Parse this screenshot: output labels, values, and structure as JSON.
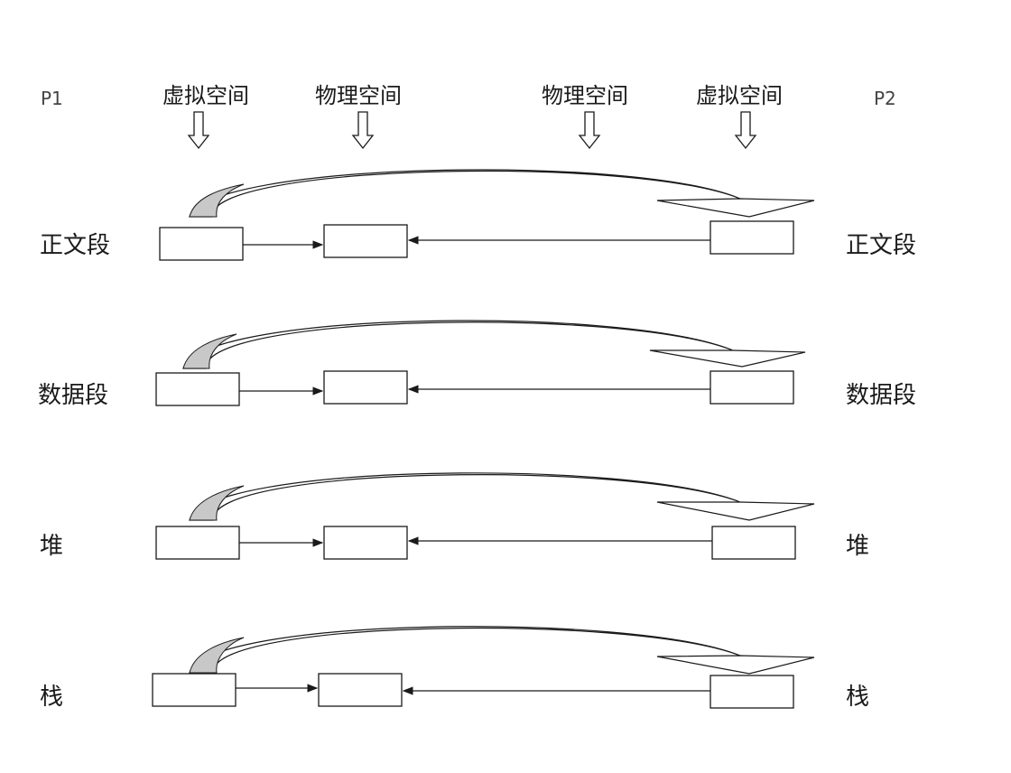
{
  "process_labels": {
    "left": "P1",
    "right": "P2"
  },
  "column_headers": [
    "虚拟空间",
    "物理空间",
    "物理空间",
    "虚拟空间"
  ],
  "rows": [
    {
      "left_label": "正文段",
      "right_label": "正文段"
    },
    {
      "left_label": "数据段",
      "right_label": "数据段"
    },
    {
      "left_label": "堆",
      "right_label": "堆"
    },
    {
      "left_label": "栈",
      "right_label": "栈"
    }
  ],
  "colors": {
    "stroke": "#1a1a1a",
    "curve_fill": "#c8c8c8",
    "box_fill": "#ffffff"
  },
  "icons": {
    "header_arrow": "hollow-down-arrow-icon"
  }
}
